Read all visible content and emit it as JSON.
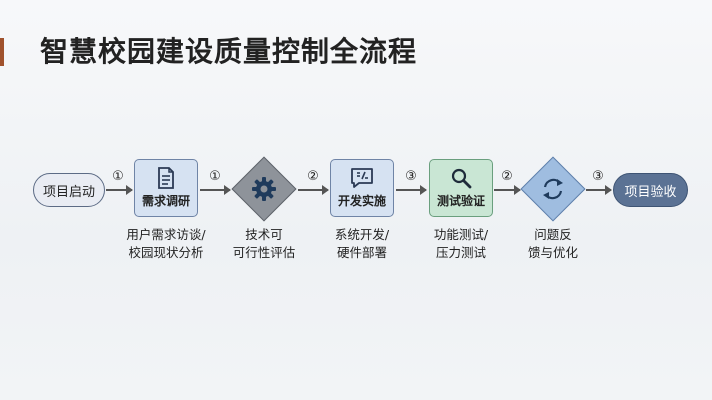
{
  "title": "智慧校园建设质量控制全流程",
  "colors": {
    "accent": "#a0522d",
    "box_blue": "#d6e2f2",
    "box_green": "#c9e6d4",
    "end_pill": "#5b7294",
    "diamond_gray": "#8e939a",
    "diamond_blue": "#9fbde0"
  },
  "nodes": {
    "start": {
      "label": "项目启动"
    },
    "requirements": {
      "label": "需求调研",
      "icon": "document-icon",
      "desc": [
        "用户需求访谈/",
        "校园现状分析"
      ]
    },
    "feasibility": {
      "icon": "gear-icon",
      "desc": [
        "技术可",
        "可行性评估"
      ]
    },
    "development": {
      "label": "开发实施",
      "icon": "code-icon",
      "desc": [
        "系统开发/",
        "硬件部署"
      ]
    },
    "testing": {
      "label": "测试验证",
      "icon": "search-icon",
      "desc": [
        "功能测试/",
        "压力测试"
      ]
    },
    "feedback": {
      "icon": "refresh-icon",
      "desc": [
        "问题反",
        "馈与优化"
      ]
    },
    "end": {
      "label": "项目验收"
    }
  },
  "edges": [
    {
      "from": "start",
      "to": "requirements",
      "label": "①"
    },
    {
      "from": "requirements",
      "to": "feasibility",
      "label": "①"
    },
    {
      "from": "feasibility",
      "to": "development",
      "label": "②"
    },
    {
      "from": "development",
      "to": "testing",
      "label": "③"
    },
    {
      "from": "testing",
      "to": "feedback",
      "label": "②"
    },
    {
      "from": "feedback",
      "to": "end",
      "label": "③"
    }
  ]
}
